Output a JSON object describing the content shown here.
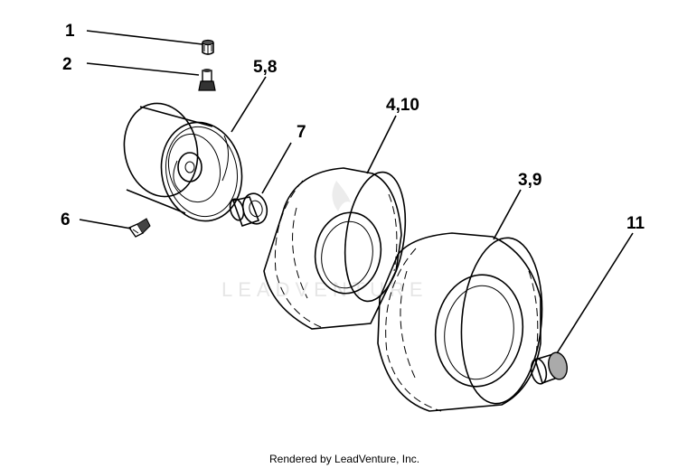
{
  "watermark": "LEADVENTURE",
  "footer": "Rendered by LeadVenture, Inc.",
  "callouts": {
    "c1": "1",
    "c2": "2",
    "c58": "5,8",
    "c7": "7",
    "c410": "4,10",
    "c39": "3,9",
    "c6": "6",
    "c11": "11"
  }
}
